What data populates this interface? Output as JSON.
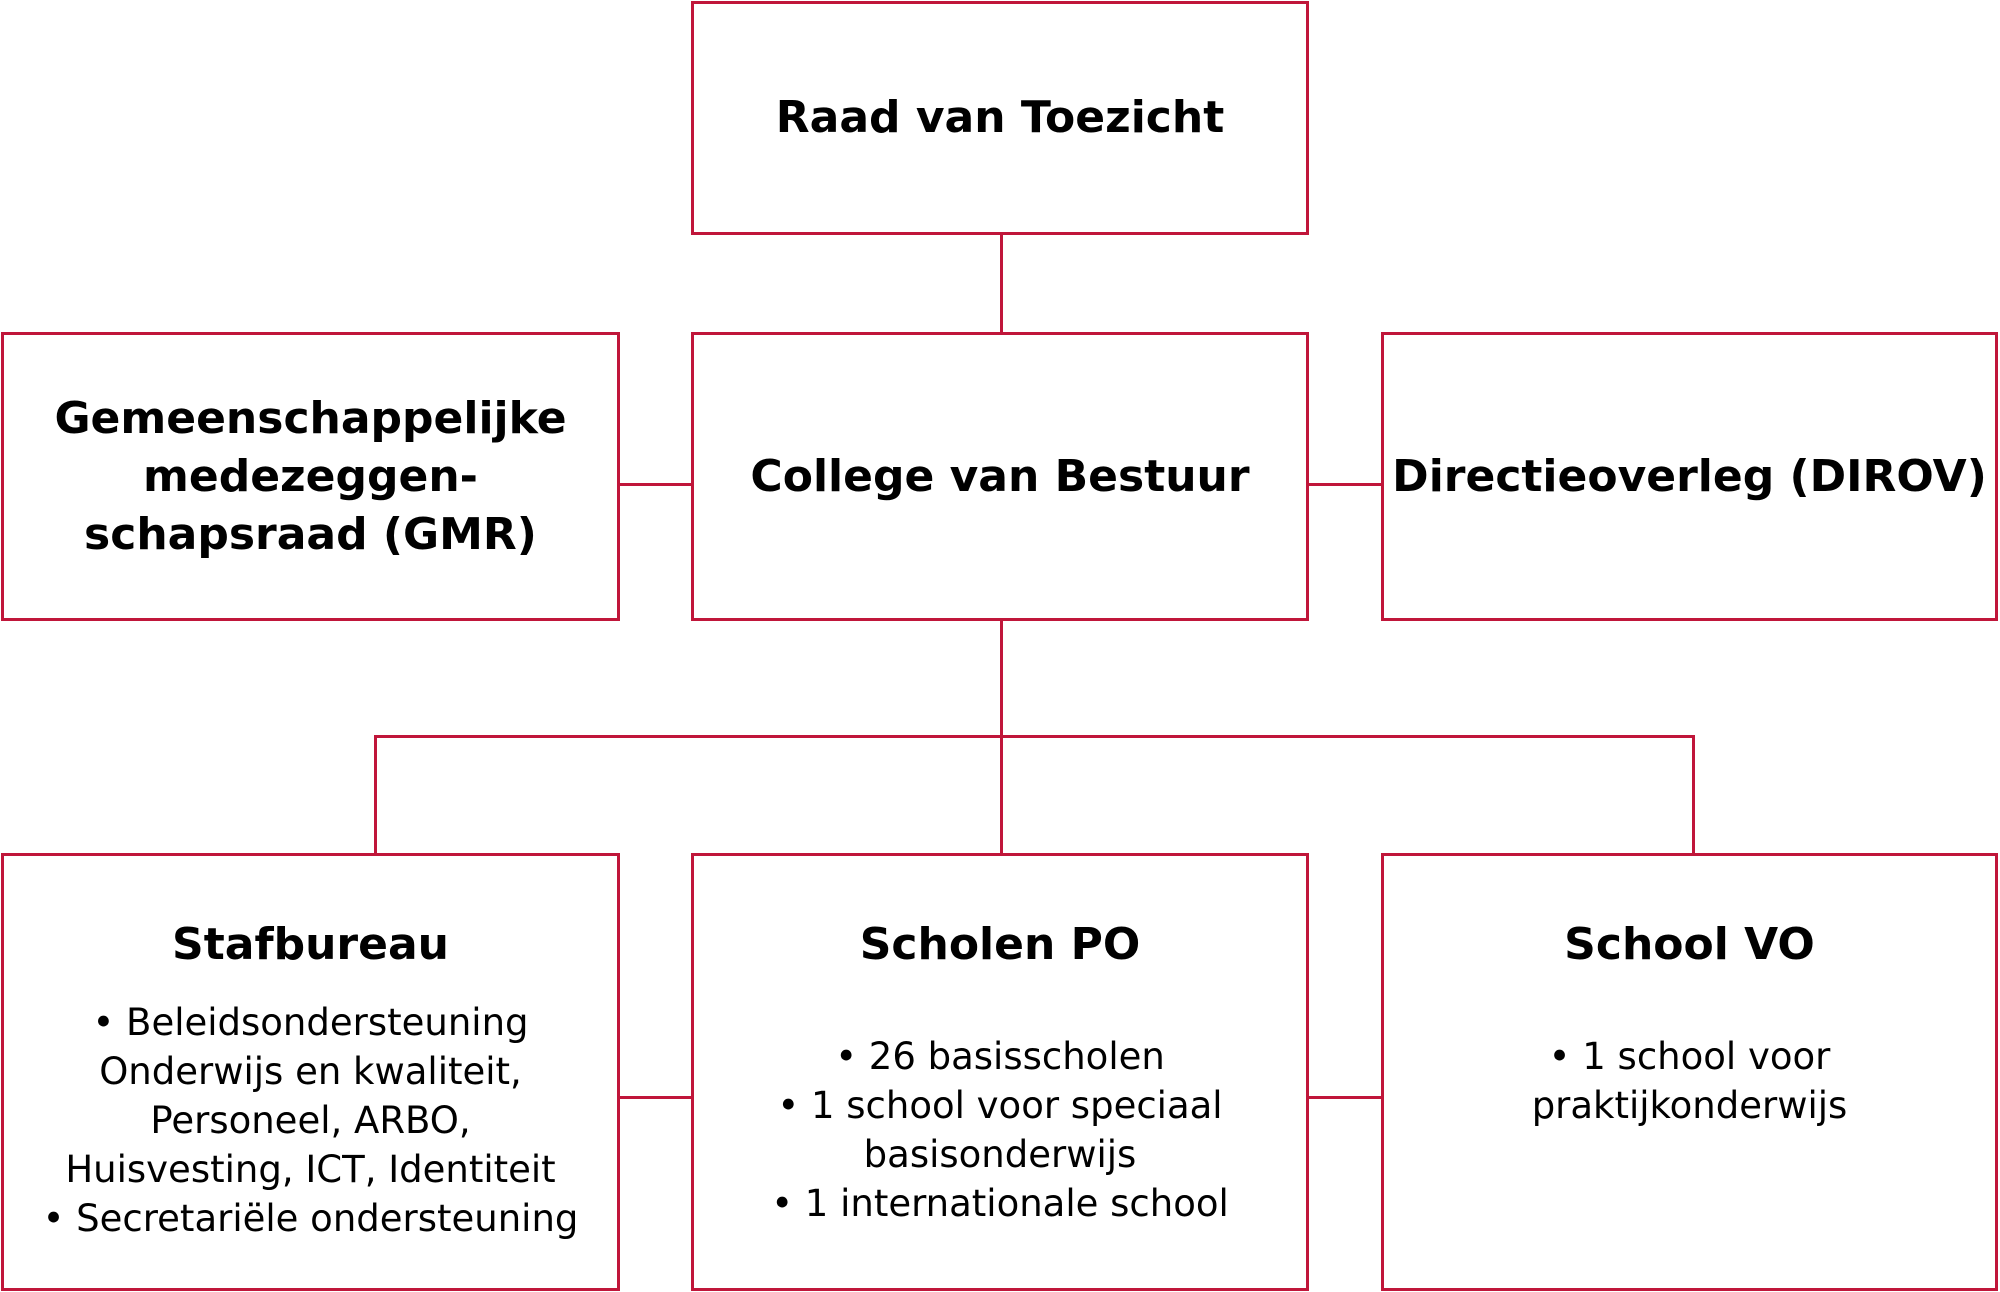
{
  "colors": {
    "border": "#c0163a",
    "text": "#000000",
    "background": "#ffffff"
  },
  "raad": {
    "title": "Raad van Toezicht"
  },
  "gmr": {
    "title_lines": [
      "Gemeenschappelijke",
      "medezeggen-",
      "schapsraad (GMR)"
    ]
  },
  "cvb": {
    "title": "College van Bestuur"
  },
  "dirov": {
    "title": "Directieoverleg (DIROV)"
  },
  "stafbureau": {
    "title": "Stafbureau",
    "lines": [
      "• Beleidsondersteuning",
      "Onderwijs en kwaliteit,",
      "Personeel, ARBO,",
      "Huisvesting, ICT,  Identiteit",
      "• Secretariële ondersteuning"
    ]
  },
  "scholen_po": {
    "title": "Scholen PO",
    "items": [
      [
        "• 26 basisscholen"
      ],
      [
        "• 1 school voor speciaal",
        "basisonderwijs"
      ],
      [
        "• 1 internationale school"
      ]
    ]
  },
  "school_vo": {
    "title": "School VO",
    "lines": [
      "• 1 school voor",
      "praktijkonderwijs"
    ]
  }
}
